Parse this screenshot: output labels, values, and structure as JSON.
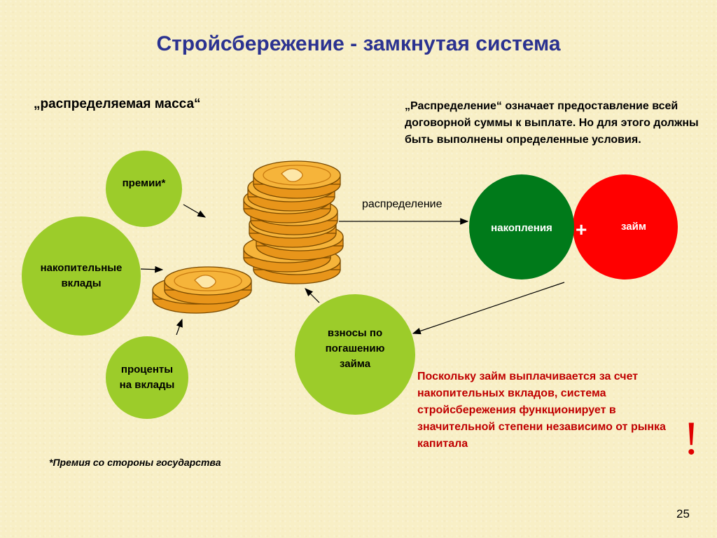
{
  "title": "Стройсбережение - замкнутая система",
  "subtitle": "„распределяемая масса“",
  "description": "„Распределение“ означает предоставление всей договорной суммы к выплате. Но для этого должны быть выполнены определенные условия.",
  "circles": {
    "premii": "премии*",
    "vklady": "накопительные вклады",
    "procenty": "проценты на вклады",
    "vznosy": "взносы по погашению займа",
    "nakopleniya": "накопления",
    "zaym": "займ"
  },
  "distribution_label": "распределение",
  "plus": "+",
  "red_note": "Поскольку займ выплачивается за счет накопительных вкладов, система стройсбережения функционирует в значительной степени независимо от рынка капитала",
  "exclamation": "!",
  "footnote": "*Премия со стороны государства",
  "page_number": "25",
  "colors": {
    "title": "#2b3290",
    "light_green": "#9ccc2a",
    "dark_green": "#007a1a",
    "red": "#ff0000",
    "note_red": "#c00000",
    "coin": "#f2a51c"
  },
  "icons": [
    "coin-stack-icon",
    "coin-pair-icon",
    "arrow-icon"
  ]
}
